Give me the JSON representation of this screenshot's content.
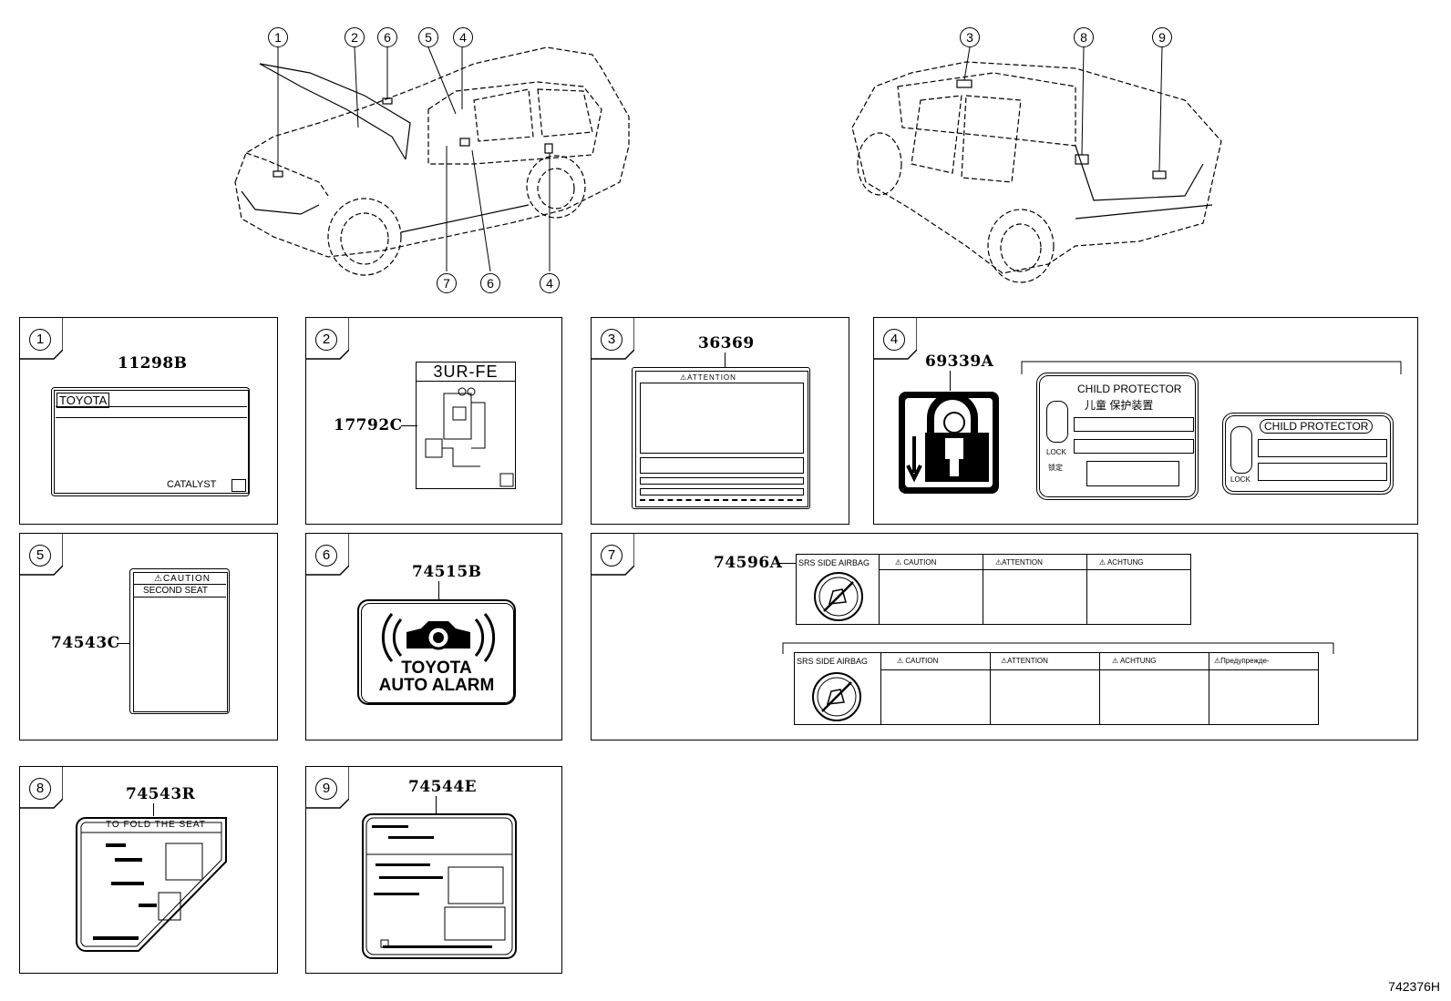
{
  "image_code": "742376H",
  "callouts_front": [
    "1",
    "2",
    "6",
    "5",
    "4",
    "7",
    "6",
    "4"
  ],
  "callouts_rear": [
    "3",
    "8",
    "9"
  ],
  "panels": [
    {
      "num": "1",
      "part": "11298B",
      "brand": "TOYOTA",
      "sub": "CATALYST"
    },
    {
      "num": "2",
      "part": "17792C",
      "engine": "3UR-FE"
    },
    {
      "num": "3",
      "part": "36369",
      "header": "⚠ATTENTION"
    },
    {
      "num": "4",
      "part": "69339A",
      "label1_title": "CHILD  PROTECTOR",
      "label1_cn": "儿童  保护装置",
      "label1_lock": "LOCK",
      "label1_lock_cn": "锁定",
      "label2_title": "CHILD PROTECTOR",
      "label2_lock": "LOCK"
    },
    {
      "num": "5",
      "part": "74543C",
      "header": "⚠CAUTION",
      "sub": "SECOND SEAT"
    },
    {
      "num": "6",
      "part": "74515B",
      "line1": "TOYOTA",
      "line2": "AUTO ALARM"
    },
    {
      "num": "7",
      "part": "74596A",
      "srs": "SRS SIDE AIRBAG",
      "cols_a": [
        "CAUTION",
        "ATTENTION",
        "ACHTUNG"
      ],
      "cols_b": [
        "CAUTION",
        "ATTENTION",
        "ACHTUNG",
        "Предупрежде-"
      ]
    },
    {
      "num": "8",
      "part": "74543R",
      "header": "TO FOLD THE SEAT"
    },
    {
      "num": "9",
      "part": "74544E"
    }
  ]
}
